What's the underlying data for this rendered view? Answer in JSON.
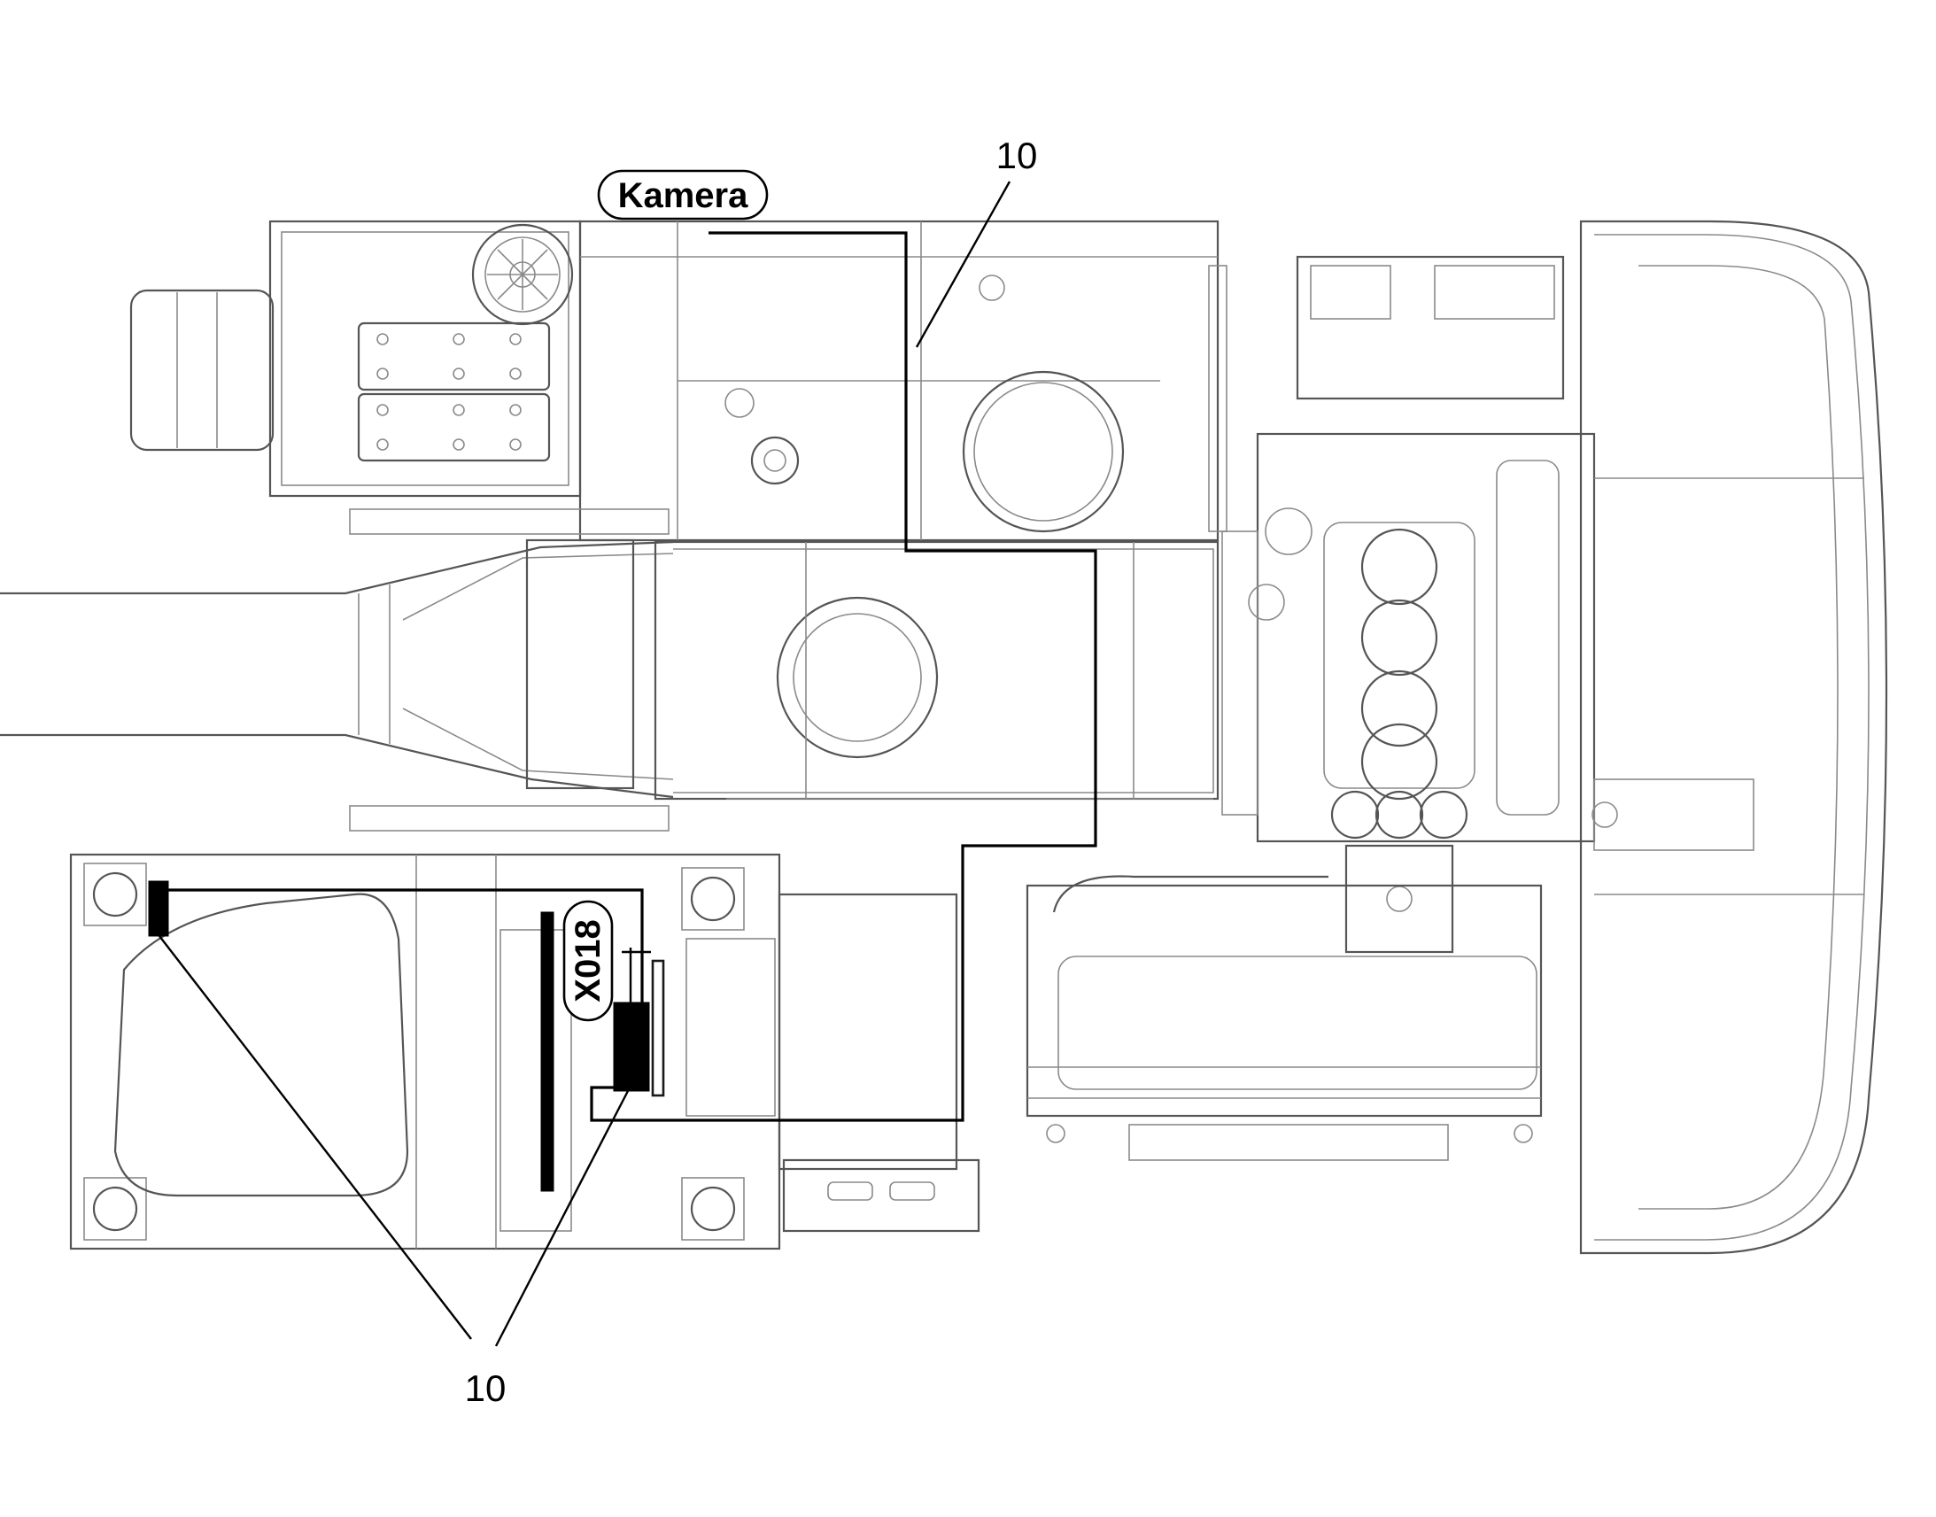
{
  "labels": {
    "camera": "Kamera",
    "connector": "X018",
    "callout_top": "10",
    "callout_bottom": "10"
  },
  "colors": {
    "cable": "#000000",
    "drawing_lines": "#8a8a8a",
    "background": "#ffffff"
  }
}
